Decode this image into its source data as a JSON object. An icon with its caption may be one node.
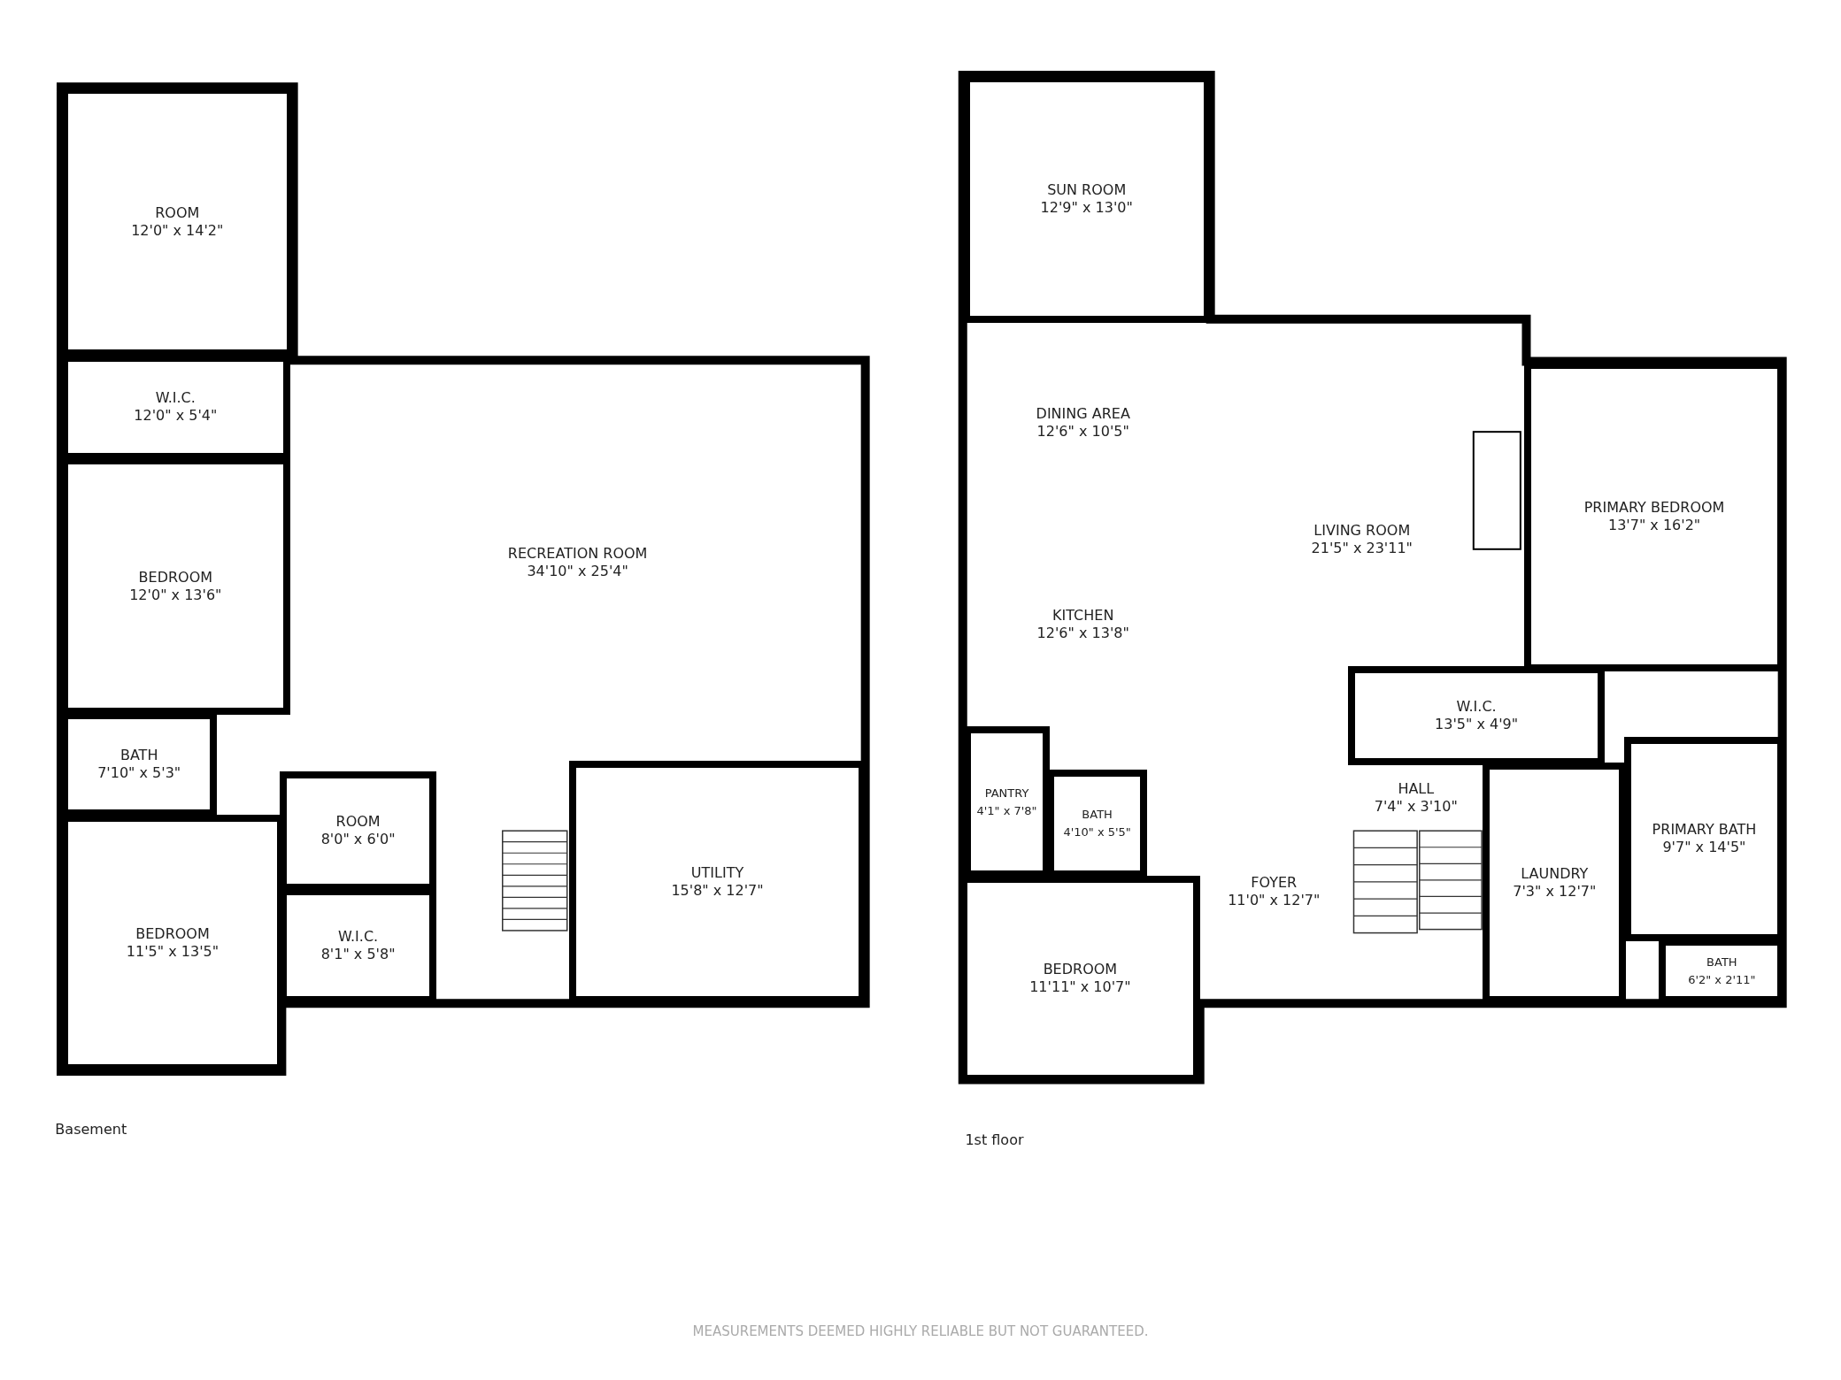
{
  "diagram": {
    "caption": "MEASUREMENTS DEEMED HIGHLY RELIABLE BUT NOT GUARANTEED.",
    "nodes": [
      {
        "text": [
          "ROOM",
          "12'0\" x 14'2\""
        ]
      },
      {
        "text": [
          "W.I.C.",
          "12'0\" x 5'4\""
        ]
      },
      {
        "text": [
          "BEDROOM",
          "12'0\" x 13'6\""
        ]
      },
      {
        "text": [
          "BATH",
          "7'10\" x 5'3\""
        ]
      },
      {
        "text": [
          "BEDROOM",
          "11'5\" x 13'5\""
        ]
      },
      {
        "text": [
          "RECREATION ROOM",
          "34'10\" x 25'4\""
        ]
      },
      {
        "text": [
          "ROOM",
          "8'0\" x 6'0\""
        ]
      },
      {
        "text": [
          "W.I.C.",
          "8'1\" x 5'8\""
        ]
      },
      {
        "text": [
          "UTILITY",
          "15'8\" x 12'7\""
        ]
      },
      {
        "text": [
          "SUN ROOM",
          "12'9\" x 13'0\""
        ]
      },
      {
        "text": [
          "DINING AREA",
          "12'6\" x 10'5\""
        ]
      },
      {
        "text": [
          "LIVING ROOM",
          "21'5\" x 23'11\""
        ]
      },
      {
        "text": [
          "KITCHEN",
          "12'6\" x 13'8\""
        ]
      },
      {
        "text": [
          "PRIMARY BEDROOM",
          "13'7\" x 16'2\""
        ]
      },
      {
        "text": [
          "W.I.C.",
          "13'5\" x 4'9\""
        ]
      },
      {
        "text": [
          "PANTRY",
          "4'1\" x 7'8\""
        ]
      },
      {
        "text": [
          "BATH",
          "4'10\" x 5'5\""
        ]
      },
      {
        "text": [
          "HALL",
          "7'4\" x 3'10\""
        ]
      },
      {
        "text": [
          "FOYER",
          "11'0\" x 12'7\""
        ]
      },
      {
        "text": [
          "PRIMARY BATH",
          "9'7\" x 14'5\""
        ]
      },
      {
        "text": [
          "LAUNDRY",
          "7'3\" x 12'7\""
        ]
      },
      {
        "text": [
          "BEDROOM",
          "11'11\" x 10'7\""
        ]
      },
      {
        "text": [
          "BATH",
          "6'2\" x 2'11\""
        ]
      }
    ],
    "labels": [
      "Basement",
      "1st floor"
    ]
  }
}
